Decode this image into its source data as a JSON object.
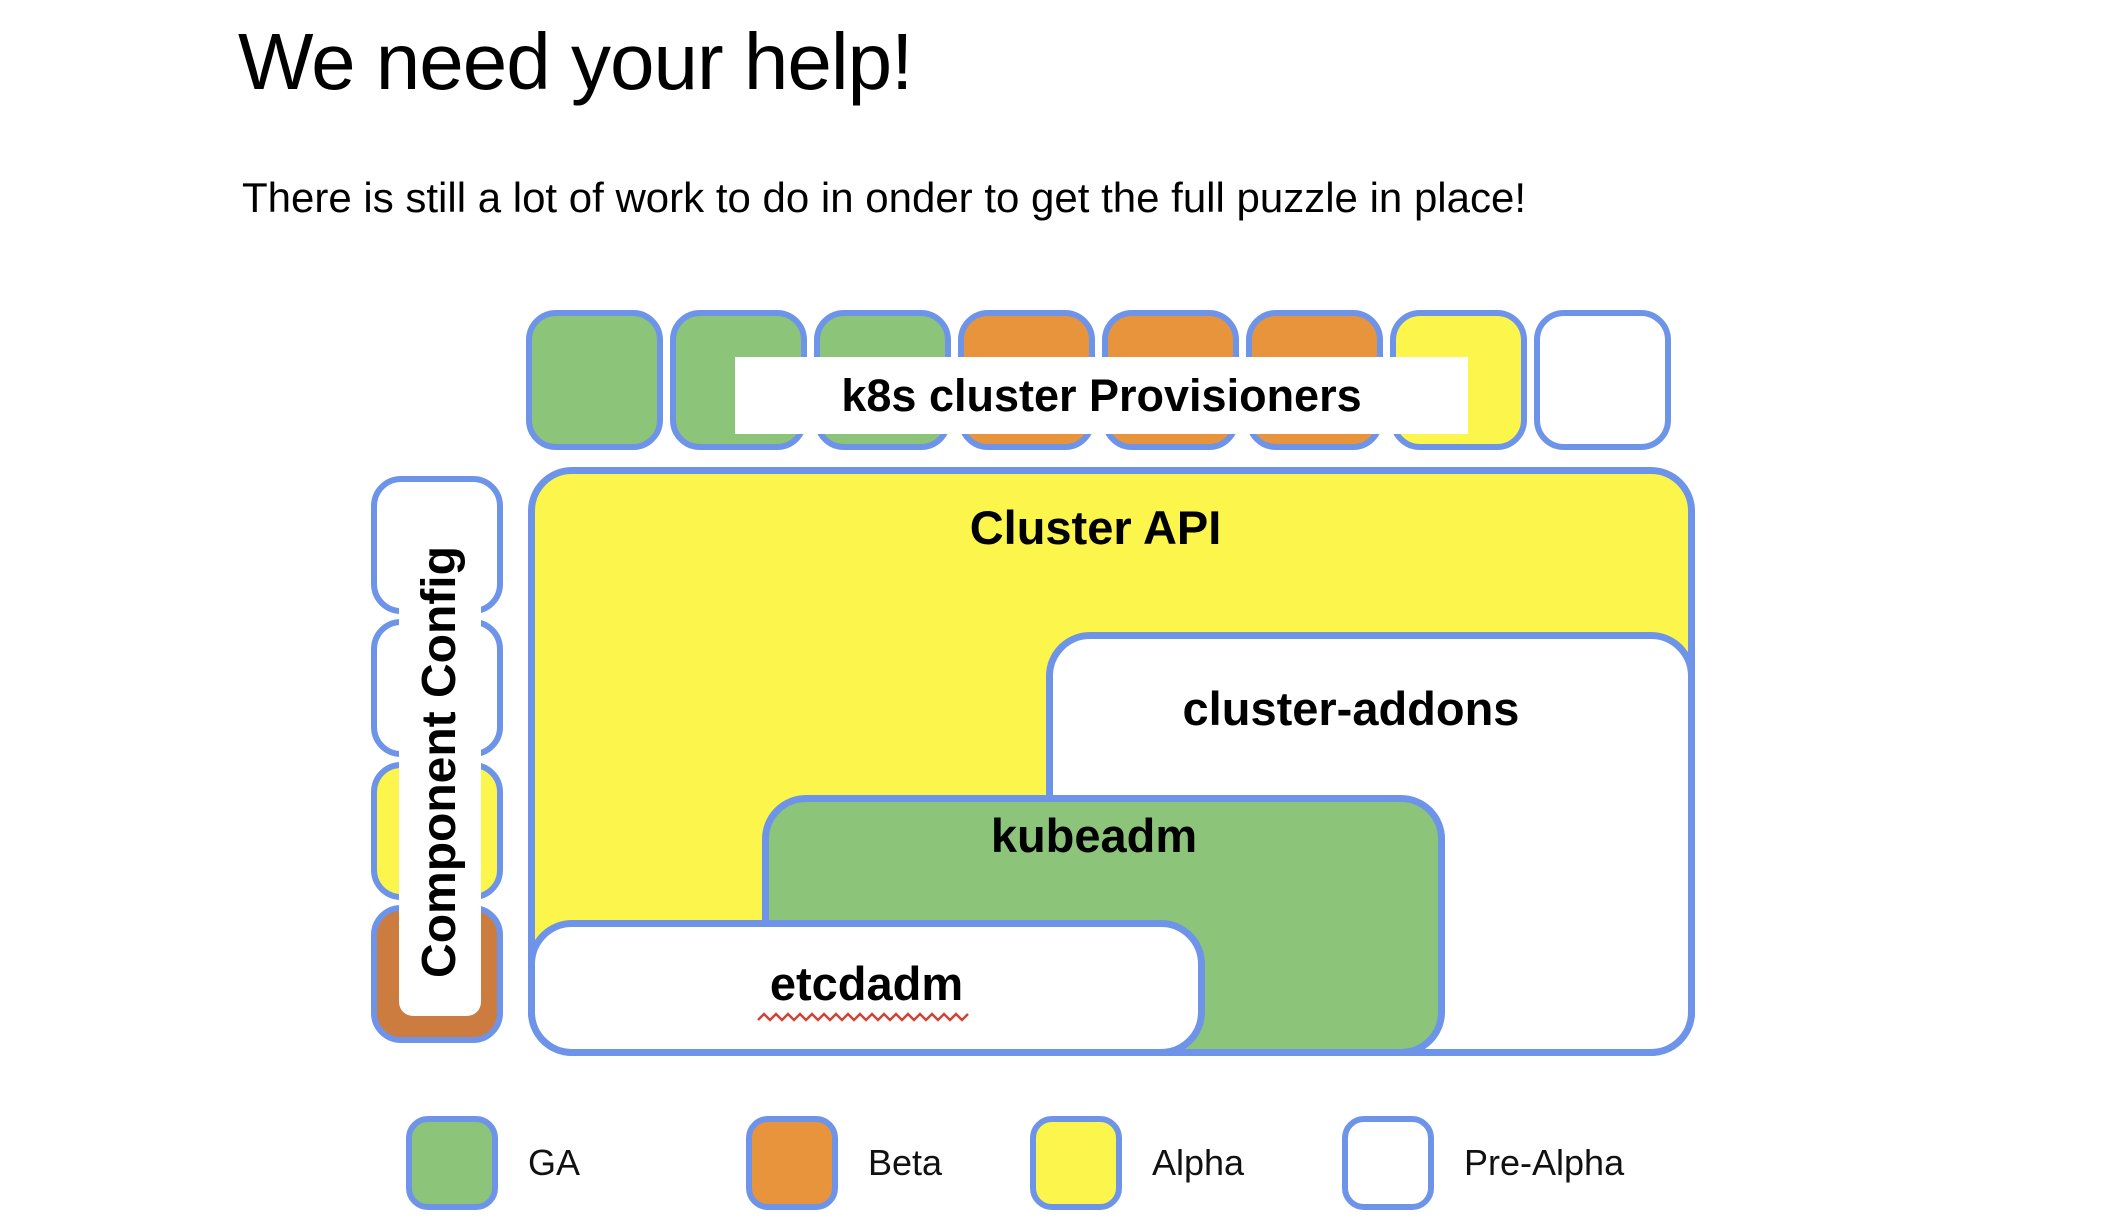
{
  "slide": {
    "title": "We need your help!",
    "subtitle": "There is still a lot of work to do in onder to get the full puzzle in place!"
  },
  "colors": {
    "border_blue": "#6D94E8",
    "ga_green": "#8CC47A",
    "beta_orange": "#E8943C",
    "alpha_yellow": "#FBF54C",
    "pre_alpha_white": "#FFFFFF",
    "dark_orange": "#CD7C3F",
    "squiggle_red": "#CF4437",
    "text_black": "#000000"
  },
  "diagram": {
    "provisioners": {
      "label": "k8s cluster Provisioners",
      "pieces": [
        {
          "color": "#8CC47A"
        },
        {
          "color": "#8CC47A"
        },
        {
          "color": "#8CC47A"
        },
        {
          "color": "#E8943C"
        },
        {
          "color": "#E8943C"
        },
        {
          "color": "#E8943C"
        },
        {
          "color": "#FBF54C"
        },
        {
          "color": "#FFFFFF"
        }
      ]
    },
    "component_config": {
      "label": "Component Config",
      "pieces": [
        {
          "color": "#FFFFFF"
        },
        {
          "color": "#FFFFFF"
        },
        {
          "color": "#FBF54C"
        },
        {
          "color": "#CD7C3F"
        }
      ]
    },
    "cluster_api": {
      "label": "Cluster API",
      "color": "#FBF54C"
    },
    "cluster_addons": {
      "label": "cluster-addons",
      "color": "#FFFFFF"
    },
    "kubeadm": {
      "label": "kubeadm",
      "color": "#8CC47A"
    },
    "etcdadm": {
      "label": "etcdadm",
      "color": "#FFFFFF"
    }
  },
  "legend": {
    "items": [
      {
        "label": "GA",
        "color": "#8CC47A"
      },
      {
        "label": "Beta",
        "color": "#E8943C"
      },
      {
        "label": "Alpha",
        "color": "#FBF54C"
      },
      {
        "label": "Pre-Alpha",
        "color": "#FFFFFF"
      }
    ]
  }
}
